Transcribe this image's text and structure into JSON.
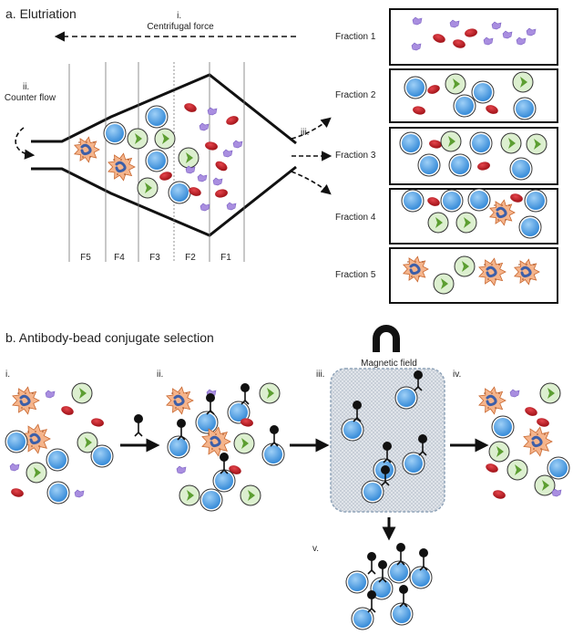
{
  "panel_a": {
    "title": "a. Elutriation",
    "centrifugal_label": "i.\nCentrifugal force",
    "counterflow_label": "ii.\nCounter flow",
    "step_iii": "iii.",
    "zones": [
      "F5",
      "F4",
      "F3",
      "F2",
      "F1"
    ],
    "fractions": [
      "Fraction 1",
      "Fraction 2",
      "Fraction 3",
      "Fraction 4",
      "Fraction 5"
    ]
  },
  "panel_b": {
    "title": "b. Antibody-bead conjugate selection",
    "steps": [
      "i.",
      "ii.",
      "iii.",
      "iv.",
      "v."
    ],
    "magnet_label": "Magnetic field"
  },
  "colors": {
    "lymphocyte": "#4d9de0",
    "neutrophil": "#dcefcf",
    "chevron": "#5c9e31",
    "rbc": "#c0131b",
    "platelet": "#a98ee0",
    "macrophage": "#f5b48b",
    "nucleus": "#3d5fa8",
    "magnet_box": "#dde3ea"
  },
  "icons": [
    "lymphocyte-icon",
    "neutrophil-icon",
    "red-blood-cell-icon",
    "platelet-icon",
    "macrophage-icon",
    "antibody-bead-icon",
    "magnet-icon"
  ]
}
